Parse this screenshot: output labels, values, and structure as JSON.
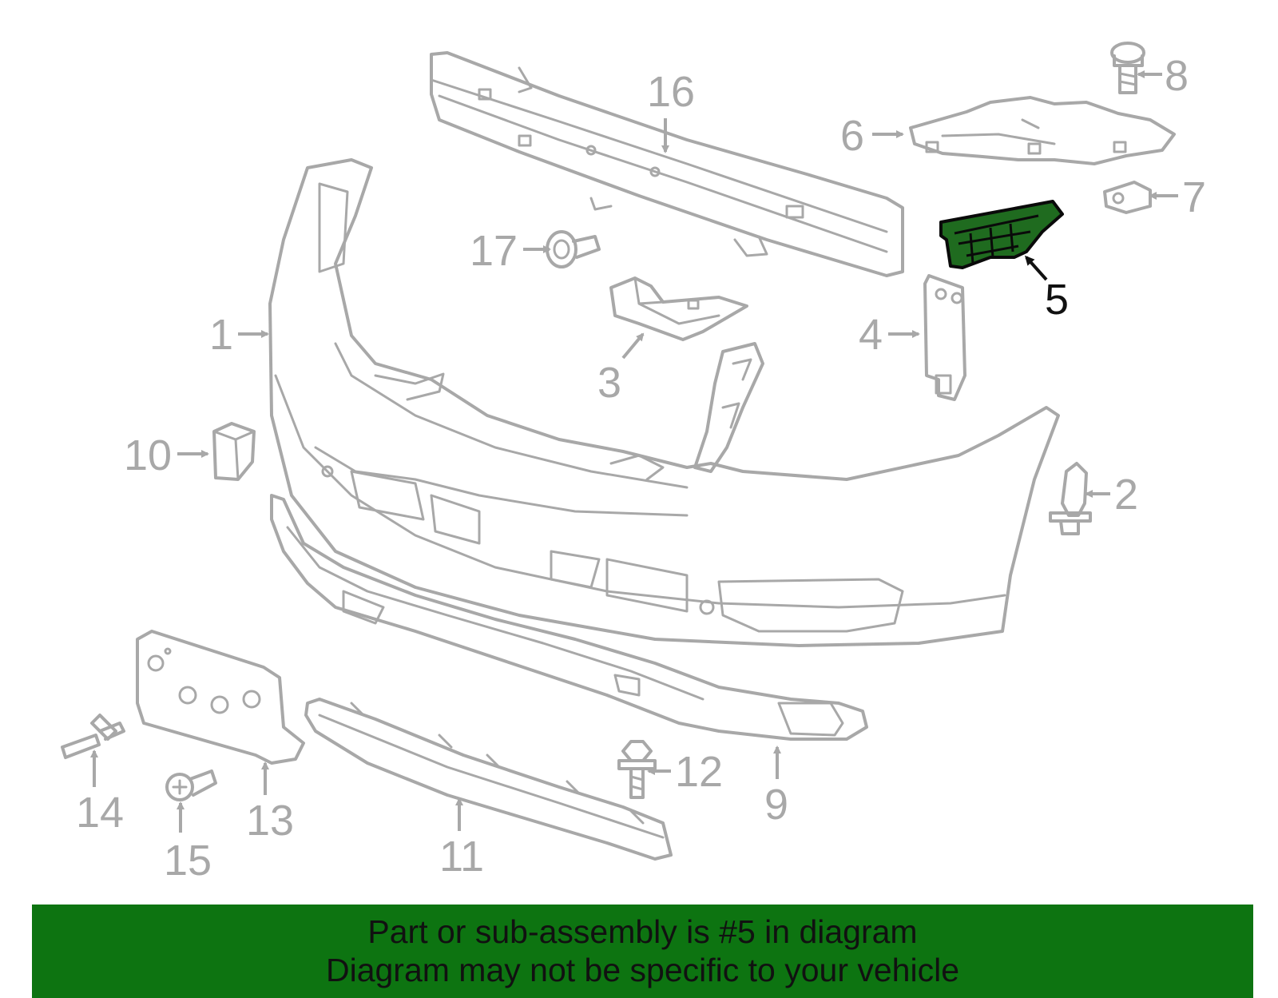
{
  "diagram": {
    "callouts": [
      "1",
      "2",
      "3",
      "4",
      "5",
      "6",
      "7",
      "8",
      "9",
      "10",
      "11",
      "12",
      "13",
      "14",
      "15",
      "16",
      "17"
    ],
    "highlighted_part": "5",
    "colors": {
      "outline": "#a8a8a8",
      "highlight_fill": "#1f6b1f",
      "highlight_label": "#111111",
      "banner": "#0d7411"
    }
  },
  "banner": {
    "line1": "Part or sub-assembly is #5 in diagram",
    "line2": "Diagram may not be specific to your vehicle"
  }
}
